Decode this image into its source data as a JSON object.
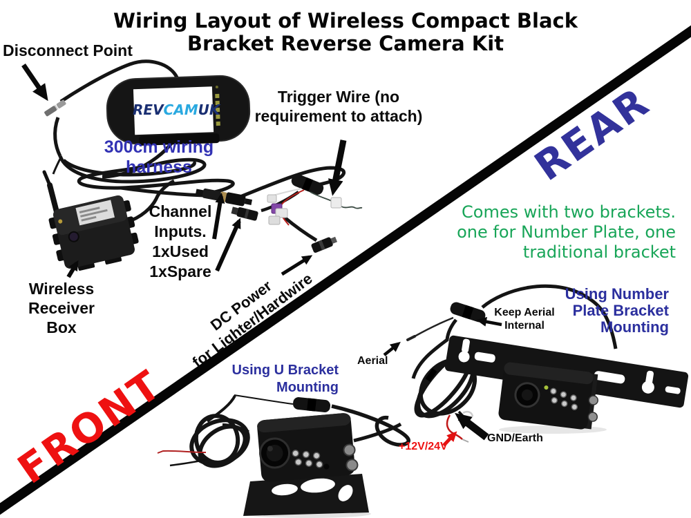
{
  "title": {
    "line1": "Wiring Layout of Wireless Compact Black",
    "line2": "Bracket Reverse Camera Kit"
  },
  "section_labels": {
    "front": "FRONT",
    "rear": "REAR"
  },
  "monitor": {
    "logo": {
      "rev": "REV",
      "cam": "CAM",
      "uk": "UK"
    }
  },
  "labels": {
    "disconnect_point": "Disconnect Point",
    "trigger_wire": "Trigger Wire (no\nrequirement to attach)",
    "wiring_harness": "300cm wiring harness",
    "channel_inputs": "Channel\nInputs.\n1xUsed\n1xSpare",
    "wireless_receiver_box": "Wireless\nReceiver\nBox",
    "dc_power": "DC Power\nfor Lighter/Hardwire",
    "keep_aerial_internal": "Keep Aerial\nInternal",
    "aerial": "Aerial",
    "power": "+12V/24V",
    "ground": "GND/Earth"
  },
  "notes": {
    "brackets": "Comes with two brackets.\none for Number Plate, one\ntraditional bracket"
  },
  "captions": {
    "u_bracket": "Using U Bracket\nMounting",
    "number_plate": "Using Number\nPlate Bracket\nMounting"
  },
  "colors": {
    "front_red": "#ee1111",
    "rear_blue": "#32329b",
    "caption_blue": "#2b2f9e",
    "harness_blue": "#3232b4",
    "note_green": "#18a558",
    "power_red": "#ee1111",
    "logo_navy": "#1a2f72",
    "logo_cyan": "#2aa9e0"
  }
}
